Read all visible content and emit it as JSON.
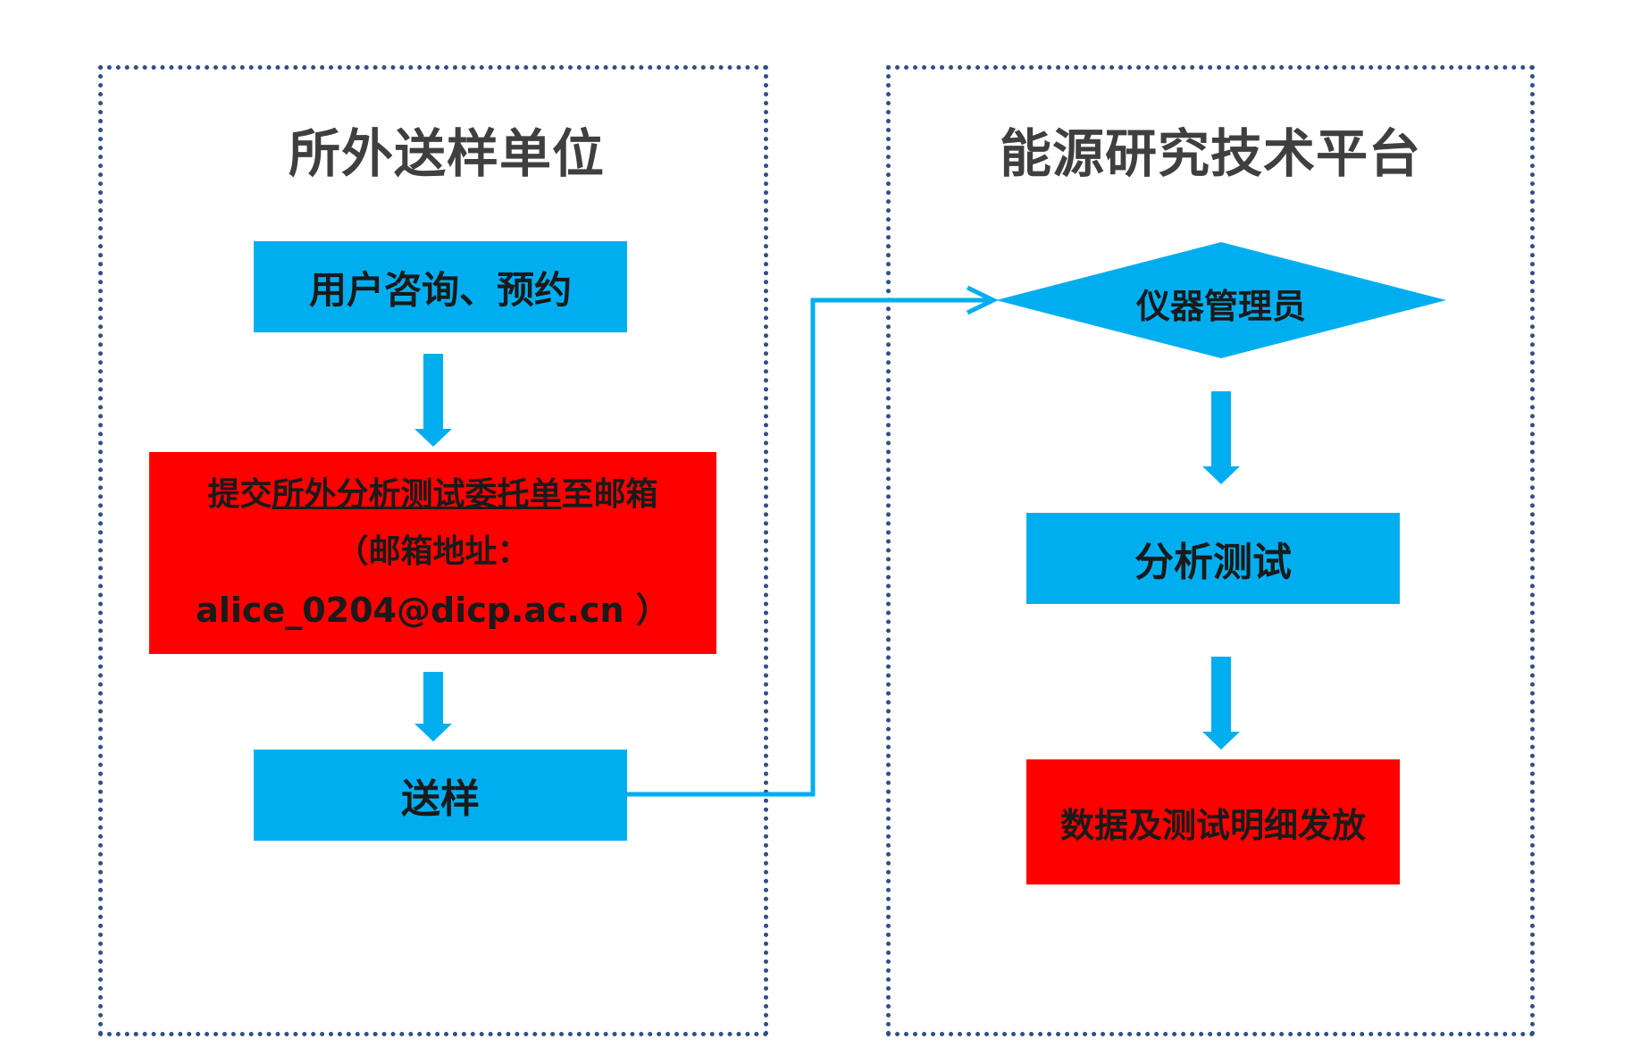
{
  "left_panel": {
    "title": "所外送样单位",
    "step1": "用户咨询、预约",
    "step2": {
      "line1_pre": "提交",
      "line1_underlined": "所外分析测试委托单",
      "line1_post": "至邮箱",
      "line2": "（邮箱地址：",
      "line3": "alice_0204@dicp.ac.cn ）"
    },
    "step3": "送样"
  },
  "right_panel": {
    "title": "能源研究技术平台",
    "step1": "仪器管理员",
    "step2": "分析测试",
    "step3": "数据及测试明细发放"
  },
  "colors": {
    "blue_box": "#00aeef",
    "red_box": "#ff0000",
    "arrow": "#00aeef",
    "border": "#2f4f85",
    "title_text": "#3f3f3f"
  }
}
